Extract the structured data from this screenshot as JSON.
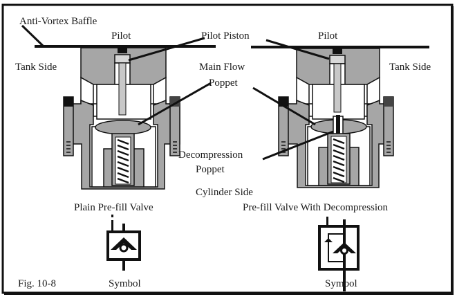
{
  "figure": {
    "caption": "Fig. 10-8",
    "labels": {
      "anti_vortex_baffle": "Anti-Vortex Baffle",
      "pilot_left": "Pilot",
      "pilot_right": "Pilot",
      "pilot_piston": "Pilot Piston",
      "tank_side_left": "Tank Side",
      "tank_side_right": "Tank Side",
      "main_flow_line1": "Main Flow",
      "main_flow_line2": "Poppet",
      "decompression_line1": "Decompression",
      "decompression_line2": "Poppet",
      "cylinder_side": "Cylinder Side",
      "plain_valve": "Plain Pre-fill Valve",
      "decomp_valve": "Pre-fill Valve With Decompression",
      "symbol_left": "Symbol",
      "symbol_right": "Symbol"
    },
    "colors": {
      "body_fill": "#a6a6a6",
      "line": "#111111",
      "background": "#ffffff"
    }
  }
}
